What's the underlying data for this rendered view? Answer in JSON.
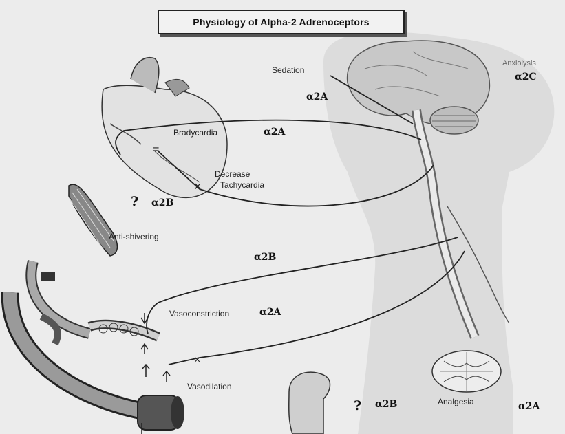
{
  "title": "Physiology of Alpha-2 Adrenoceptors",
  "effects": {
    "sedation": "Sedation",
    "anxiolysis": "Anxiolysis",
    "bradycardia": "Bradycardia",
    "decrease_tachycardia_line1": "Decrease",
    "decrease_tachycardia_line2": "Tachycardia",
    "anti_shivering": "Anti-shivering",
    "vasoconstriction": "Vasoconstriction",
    "vasodilation": "Vasodilation",
    "analgesia": "Analgesia"
  },
  "receptors": {
    "sedation": "α2A",
    "anxiolysis": "α2C",
    "bradycardia": "α2A",
    "tachycardia": "α2B",
    "anti_shivering": "α2B",
    "vasoconstriction": "α2A",
    "kidney": "α2B",
    "analgesia": "α2A"
  },
  "uncertain_marker": "?"
}
